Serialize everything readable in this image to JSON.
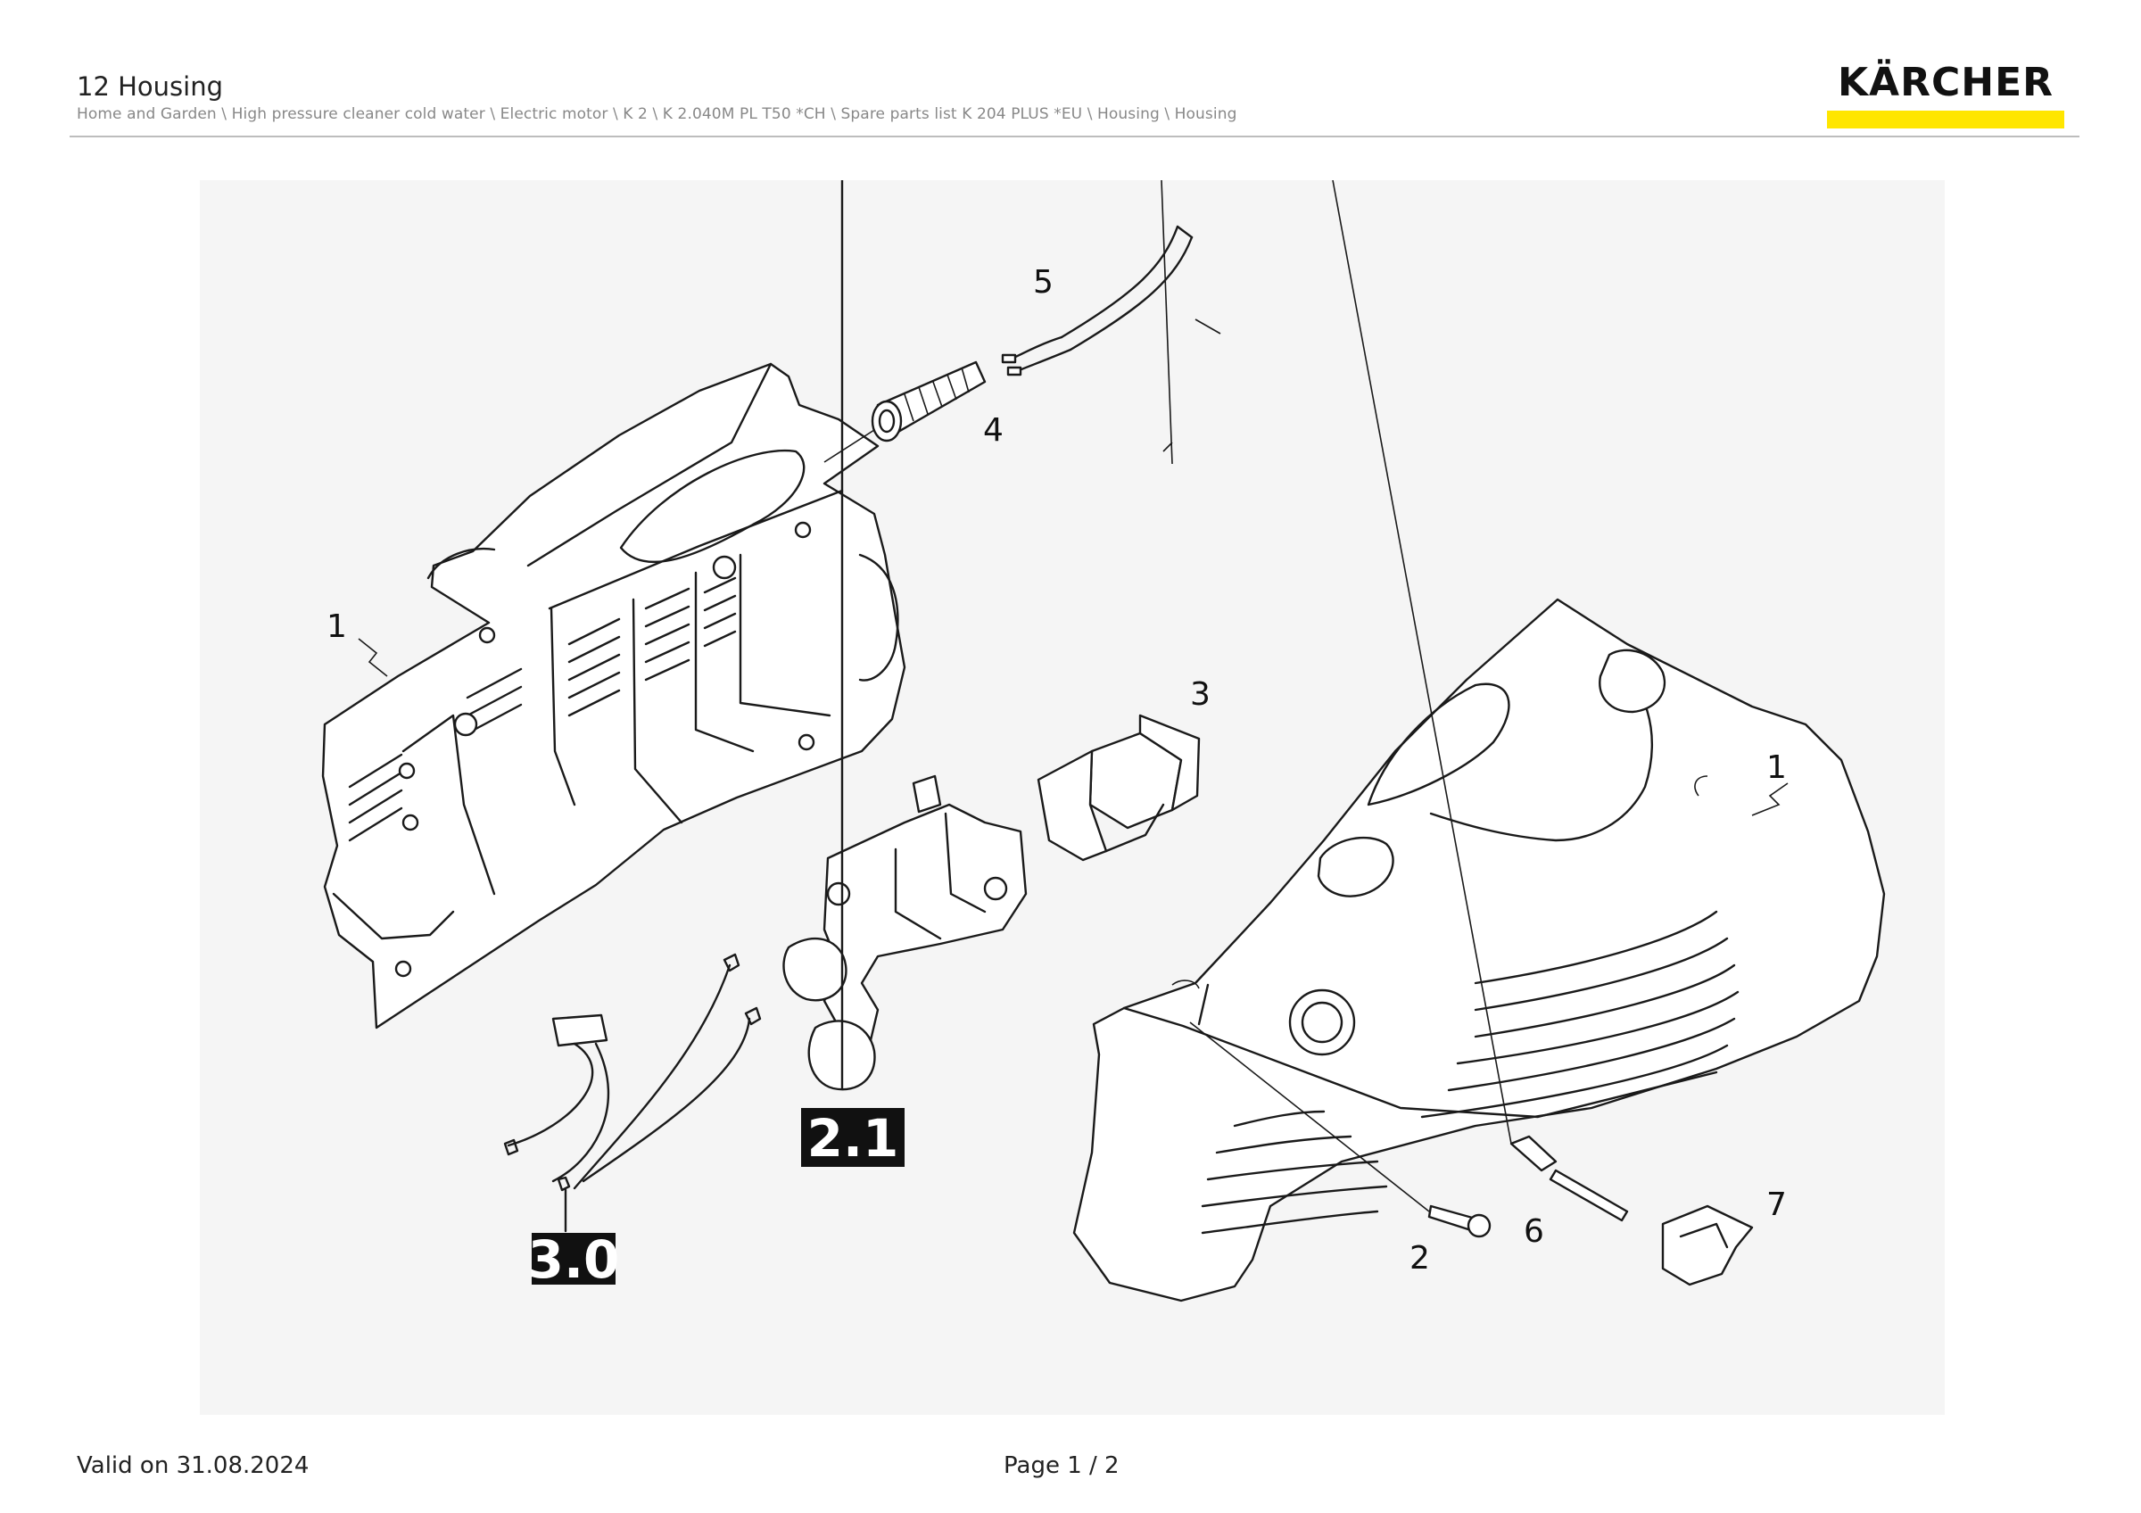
{
  "header": {
    "title": "12 Housing",
    "breadcrumb": "Home and Garden \\ High pressure cleaner cold water \\ Electric motor \\ K 2 \\ K 2.040M PL T50 *CH \\ Spare parts list K 204 PLUS *EU \\ Housing \\ Housing"
  },
  "brand": {
    "name": "KÄRCHER",
    "accent_color": "#ffe600"
  },
  "diagram": {
    "part_labels": [
      "1",
      "2",
      "3",
      "4",
      "5",
      "6",
      "7",
      "1"
    ],
    "group_labels": [
      "2.1",
      "3.0"
    ]
  },
  "footer": {
    "valid": "Valid on 31.08.2024",
    "page": "Page 1 / 2"
  }
}
